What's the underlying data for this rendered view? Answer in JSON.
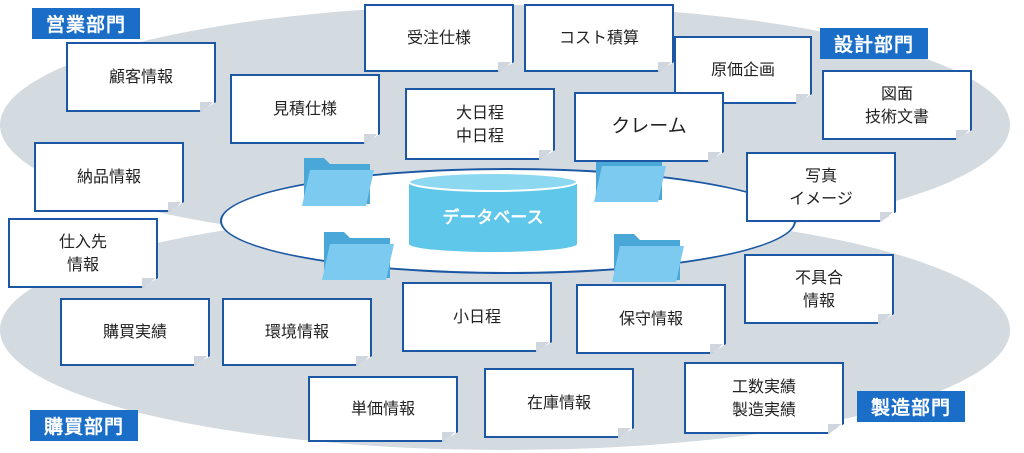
{
  "departments": {
    "sales": "営業部門",
    "design": "設計部門",
    "purchasing": "購買部門",
    "manufacturing": "製造部門"
  },
  "center": {
    "database_label": "データベース"
  },
  "cards": {
    "order_spec": "受注仕様",
    "cost_estimate": "コスト積算",
    "cost_planning": "原価企画",
    "customer_info": "顧客情報",
    "quote_spec": "見積仕様",
    "schedule_main": "大日程\n中日程",
    "claim": "クレーム",
    "drawings": "図面\n技術文書",
    "delivery_info": "納品情報",
    "photos": "写真\nイメージ",
    "supplier_info": "仕入先\n情報",
    "defect_info": "不具合\n情報",
    "purchase_record": "購買実績",
    "environment_info": "環境情報",
    "schedule_small": "小日程",
    "maintenance_info": "保守情報",
    "unit_price_info": "単価情報",
    "inventory_info": "在庫情報",
    "work_record": "工数実績\n製造実績"
  },
  "colors": {
    "accent": "#1a6ec8",
    "border": "#1b57a3",
    "database": "#5ec7ea",
    "background_shape": "#d3dbe1"
  },
  "icons": [
    "folder-icon",
    "database-icon"
  ]
}
